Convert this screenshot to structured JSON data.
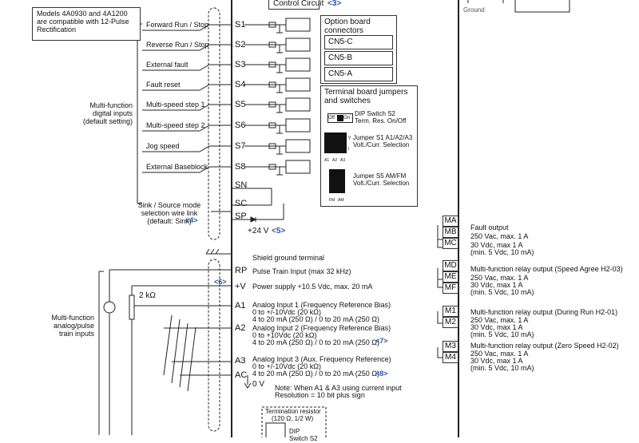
{
  "notes": {
    "compat": "Models 4A0930 and 4A1200 are compatible with 12-Pulse Rectification",
    "control_circuit": "Control Circuit",
    "control_ref": "<3>",
    "ground": "Ground"
  },
  "inputs": [
    {
      "label": "Forward Run / Stop",
      "term": "S1"
    },
    {
      "label": "Reverse Run / Stop",
      "term": "S2"
    },
    {
      "label": "External fault",
      "term": "S3"
    },
    {
      "label": "Fault reset",
      "term": "S4"
    },
    {
      "label": "Multi-speed step 1",
      "term": "S5"
    },
    {
      "label": "Multi-speed step 2",
      "term": "S6"
    },
    {
      "label": "Jog speed",
      "term": "S7"
    },
    {
      "label": "External Baseblock",
      "term": "S8"
    }
  ],
  "mfi_group": "Multi-function digital inputs (default setting)",
  "common_terms": {
    "sn": "SN",
    "sc": "SC",
    "sp": "SP"
  },
  "sink_source": {
    "text": "Sink / Source mode selection wire link (default: Sink)",
    "ref": "<4>"
  },
  "plus24": {
    "text": "+24 V",
    "ref": "<5>"
  },
  "option_board": {
    "title": "Option board connectors",
    "connectors": [
      "CN5-C",
      "CN5-B",
      "CN5-A"
    ]
  },
  "terminal_board": {
    "title": "Terminal board jumpers and switches",
    "dip_s2": "DIP Switch S2 Term. Res. On/Off",
    "dip_off": "Off",
    "dip_on": "On",
    "jumper_s1": "Jumper S1 A1/A2/A3 Volt./Curr. Selection",
    "s1_labels": [
      "A1",
      "A2",
      "A3"
    ],
    "s1_side": [
      "V",
      "I"
    ],
    "jumper_s5": "Jumper S5 AM/FM Volt./Curr. Selection",
    "s5_labels": [
      "FM",
      "AM"
    ]
  },
  "analog": {
    "shield": "Shield ground terminal",
    "rp": {
      "term": "RP",
      "text": "Pulse Train Input (max 32 kHz)"
    },
    "ref6": "<6>",
    "pv": {
      "term": "+V",
      "text": "Power supply +10.5 Vdc, max. 20 mA"
    },
    "pot": "2 kΩ",
    "group": "Multi-function analog/pulse train inputs",
    "a1": {
      "term": "A1",
      "lines": [
        "Analog Input 1 (Frequency Reference Bias)",
        "0 to +/-10Vdc (20 kΩ)",
        "4 to 20 mA (250 Ω) / 0 to 20 mA (250 Ω)"
      ]
    },
    "a2": {
      "term": "A2",
      "lines": [
        "Analog Input 2 (Frequency Reference Bias)",
        "0 to +10Vdc (20 kΩ)",
        "4 to 20 mA (250 Ω) / 0 to 20 mA (250 Ω)"
      ],
      "ref": "<7>"
    },
    "a3": {
      "term": "A3",
      "lines": [
        "Analog Input 3 (Aux. Frequency Reference)",
        "0 to +/-10Vdc (20 kΩ)",
        "4 to 20 mA (250 Ω) / 0 to 20 mA (250 Ω)"
      ],
      "ref": "<8>"
    },
    "ac": {
      "term": "AC"
    },
    "zero": "0 V",
    "note": [
      "Note: When A1 & A3 using current input",
      "Resolution = 10 bit plus sign"
    ],
    "term_res": [
      "Termination resistor",
      "(120 Ω, 1/2 W)"
    ],
    "dip_label": "DIP",
    "dip_next": "Switch S2"
  },
  "outputs": [
    {
      "terms": [
        "MA",
        "MB",
        "MC"
      ],
      "lines": [
        "Fault output",
        "250 Vac, max. 1 A",
        "30 Vdc, max 1 A",
        "(min. 5 Vdc, 10 mA)"
      ]
    },
    {
      "terms": [
        "MD",
        "ME",
        "MF"
      ],
      "lines": [
        "Multi-function relay output (Speed Agree H2-03)",
        "250 Vac, max. 1 A",
        "30 Vdc, max 1 A",
        "(min. 5 Vdc, 10 mA)"
      ]
    },
    {
      "terms": [
        "M1",
        "M2"
      ],
      "lines": [
        "Multi-function relay output (During Run H2-01)",
        "250 Vac, max. 1 A",
        "30 Vdc, max 1 A",
        "(min. 5 Vdc, 10 mA)"
      ]
    },
    {
      "terms": [
        "M3",
        "M4"
      ],
      "lines": [
        "Multi-function relay output (Zero Speed H2-02)",
        "250 Vac, max. 1 A",
        "30 Vdc, max 1 A",
        "(min. 5 Vdc, 10 mA)"
      ]
    }
  ]
}
